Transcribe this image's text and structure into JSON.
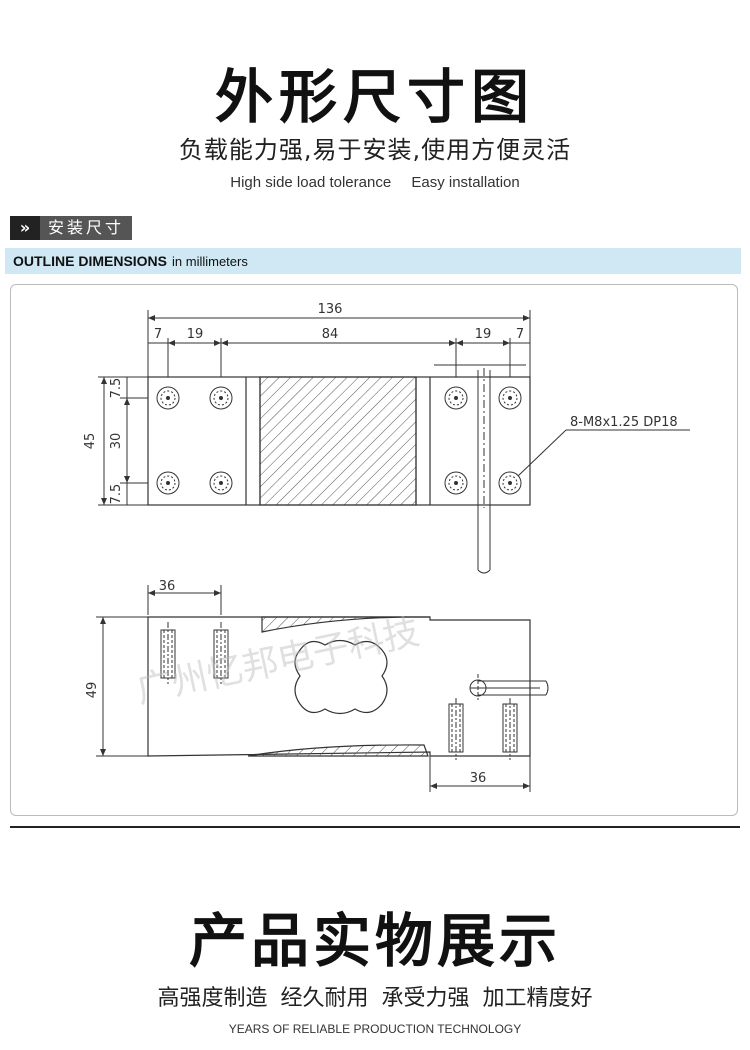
{
  "header": {
    "title": "外形尺寸图",
    "subtitle": "负载能力强,易于安装,使用方便灵活",
    "en_left": "High side load tolerance",
    "en_right": "Easy installation"
  },
  "section_tag": {
    "icon": "double-chevron-icon",
    "label": "安装尺寸"
  },
  "outline_bar": {
    "bold": "OUTLINE DIMENSIONS",
    "thin": "in millimeters"
  },
  "dimensions": {
    "total_length": "136",
    "left_edge": "7",
    "left_hole_pitch": "19",
    "middle": "84",
    "right_hole_pitch": "19",
    "right_edge": "7",
    "height_top": "7.5",
    "height_mid": "30",
    "height_bottom": "7.5",
    "height_total": "45",
    "thread_spec": "8-M8x1.25 DP18",
    "side_hole_span_top": "36",
    "side_height": "49",
    "side_hole_span_bottom": "36"
  },
  "watermark": "广州忆邦电子科技",
  "products": {
    "title": "产品实物展示",
    "sub_items": [
      "高强度制造",
      "经久耐用",
      "承受力强",
      "加工精度好"
    ],
    "en": "YEARS OF RELIABLE PRODUCTION TECHNOLOGY"
  },
  "colors": {
    "line": "#333333",
    "outline_bar_bg": "#cfe8f3",
    "hatch": "#555555"
  }
}
